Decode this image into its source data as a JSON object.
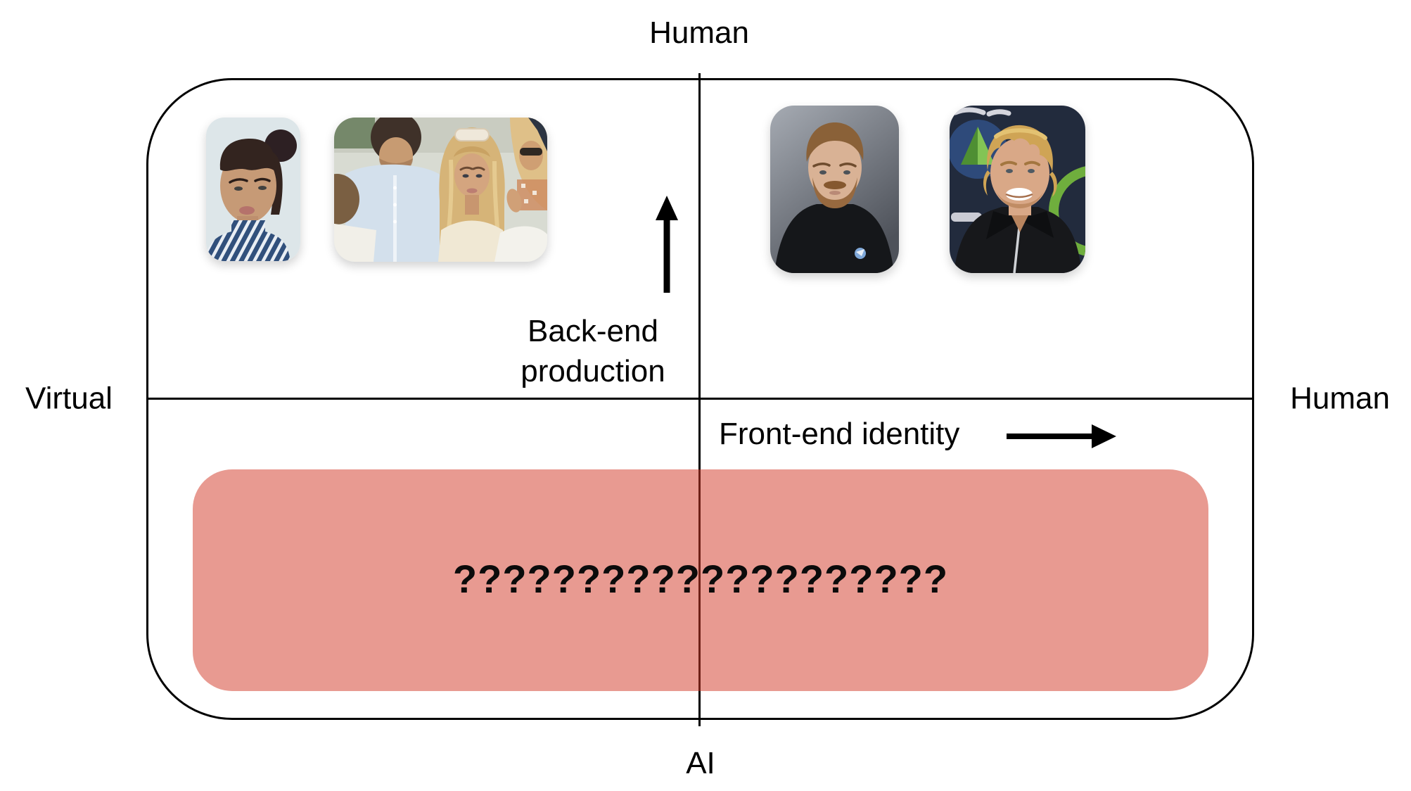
{
  "axes": {
    "top": "Human",
    "bottom": "AI",
    "left": "Virtual",
    "right": "Human"
  },
  "annotations": {
    "backend_line1": "Back-end",
    "backend_line2": "production",
    "frontend_label": "Front-end identity"
  },
  "unknown_box": {
    "text": "????????????????????",
    "fill_color": "rgba(210,62,45,0.52)",
    "rendered_color": "#E89A8F"
  },
  "lines": {
    "color": "#000000"
  },
  "images": [
    {
      "id": "virtual-influencer-avatar"
    },
    {
      "id": "crowd-photo"
    },
    {
      "id": "mrbeast-portrait"
    },
    {
      "id": "logan-paul-portrait"
    }
  ]
}
